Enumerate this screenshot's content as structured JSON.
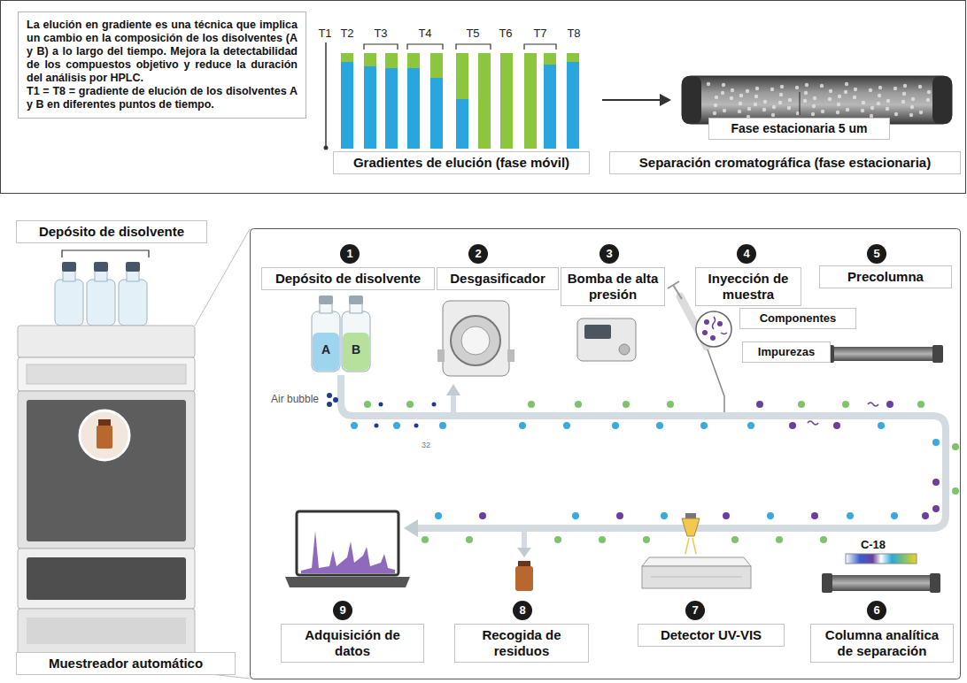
{
  "diagram": {
    "nodes": [
      {
        "text": [
          "La elución en gradiente es una técnica que implica un cambio en la composición de los disolventes (A y B) a lo largo del tiempo. Mejora la detectabilidad de los compuestos objetivo y reduce la duración del análisis por HPLC.",
          "T1 = T8 = gradiente de elución de los disolventes A y B en diferentes puntos de tiempo."
        ]
      },
      {
        "text": [
          "Gradientes de elución (fase móvil)"
        ]
      },
      {
        "text": [
          "Fase estacionaria 5 um"
        ]
      },
      {
        "text": [
          "Separación cromatográfica (fase estacionaria)"
        ]
      },
      {
        "text": [
          "Depósito de disolvente"
        ]
      },
      {
        "text": [
          "Depósito de disolvente"
        ]
      },
      {
        "text": [
          "Desgasificador"
        ]
      },
      {
        "text": [
          "Bomba de alta presión"
        ]
      },
      {
        "text": [
          "Inyección de muestra"
        ]
      },
      {
        "text": [
          "Componentes"
        ]
      },
      {
        "text": [
          "Impurezas"
        ]
      },
      {
        "text": [
          "Precolumna"
        ]
      },
      {
        "text": [
          "Muestreador automático"
        ]
      },
      {
        "text": [
          "Adquisición de datos"
        ]
      },
      {
        "text": [
          "Recogida de residuos"
        ]
      },
      {
        "text": [
          "Detector UV-VIS"
        ]
      },
      {
        "text": [
          "Columna analítica de separación"
        ]
      }
    ],
    "labels": [
      "T1",
      "T2",
      "T3",
      "T4",
      "T5",
      "T6",
      "T7",
      "T8",
      "1",
      "2",
      "3",
      "4",
      "5",
      "A",
      "B",
      "Air bubble",
      "32",
      "C-18",
      "9",
      "8",
      "7",
      "6"
    ]
  }
}
